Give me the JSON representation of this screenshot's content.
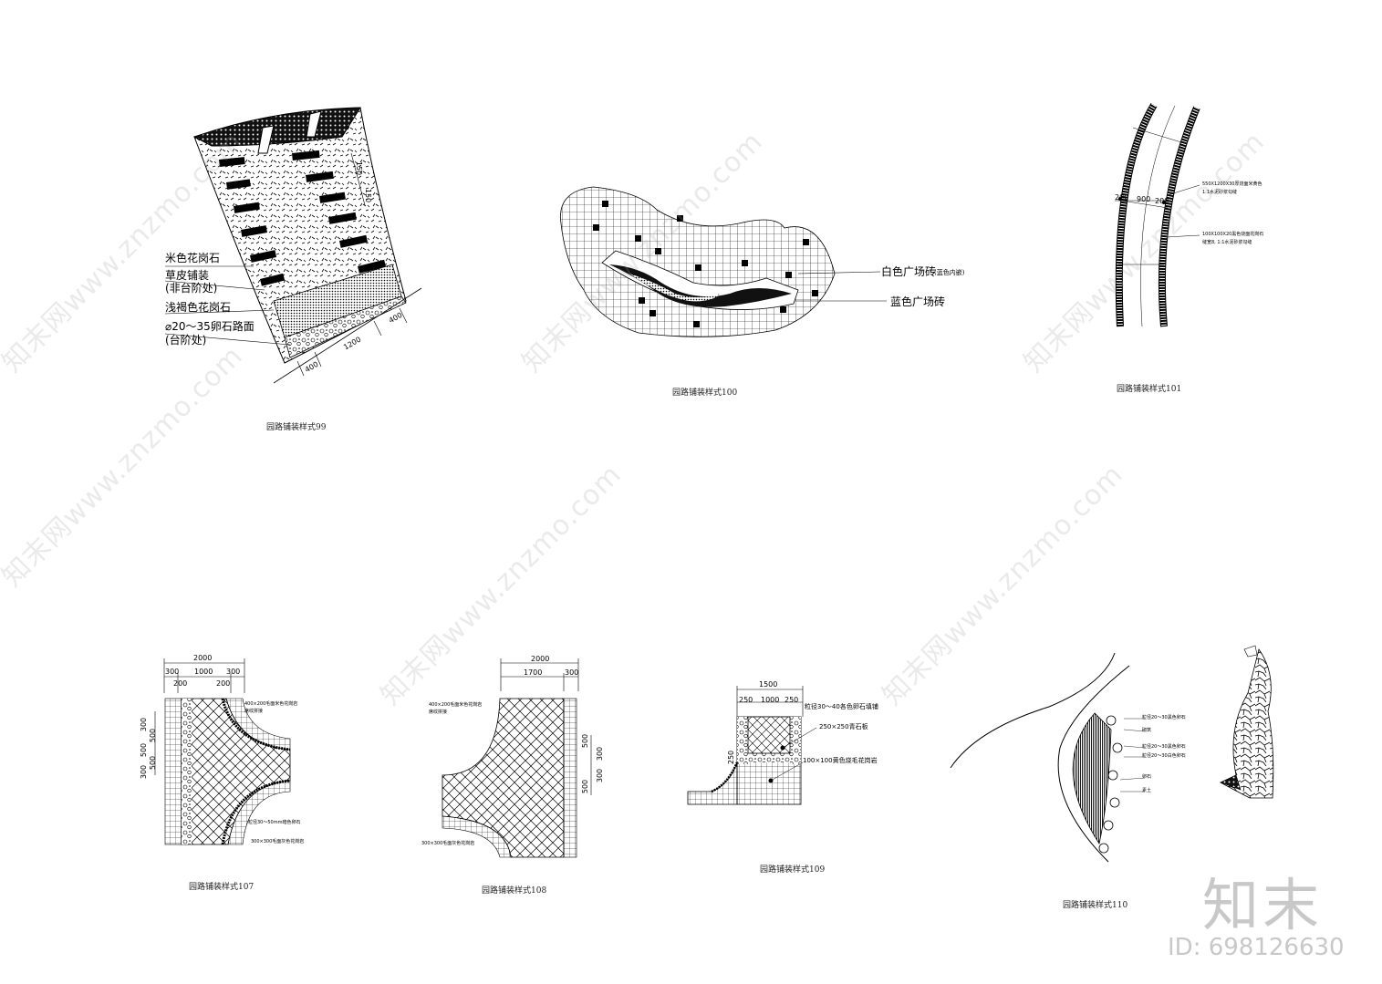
{
  "captions": {
    "p99": "园路铺装样式99",
    "p100": "园路铺装样式100",
    "p101": "园路铺装样式101",
    "p107": "园路铺装样式107",
    "p108": "园路铺装样式108",
    "p109": "园路铺装样式109",
    "p110": "园路铺装样式110"
  },
  "p99": {
    "labels": [
      "米色花岗石",
      "草皮铺装",
      "(非台阶处)",
      "浅褐色花岗石",
      "⌀20～35卵石路面",
      "(台阶处)"
    ],
    "dims": [
      "150",
      "150",
      "400",
      "1200",
      "400"
    ]
  },
  "p100": {
    "labels": [
      "白色广场砖",
      "(蓝色内嵌)",
      "蓝色广场砖"
    ]
  },
  "p101": {
    "labels": [
      "550X1200X30厚烧面米黄色",
      "1:1水泥砂浆勾缝",
      "100X100X20黑色烧面花岗石",
      "缝宽8, 1:1水泥砂浆勾缝"
    ],
    "dims": [
      "200",
      "900",
      "200"
    ]
  },
  "p107": {
    "dims": [
      "2000",
      "300",
      "1000",
      "300",
      "200",
      "200",
      "300",
      "500",
      "500",
      "500",
      "300"
    ],
    "labels": [
      "400×200毛面米色花岗岩",
      "席纹拼接",
      "粒径30～50mm暗色卵石",
      "300×300毛面灰色花岗岩"
    ]
  },
  "p108": {
    "dims": [
      "2000",
      "1700",
      "300",
      "500",
      "300",
      "300",
      "500"
    ],
    "labels": [
      "400×200毛面米色花岗岩",
      "席纹拼接",
      "300×300毛面灰色花岗岩"
    ]
  },
  "p109": {
    "dims": [
      "1500",
      "250",
      "1000",
      "250",
      "250"
    ],
    "labels": [
      "粒径30～40各色卵石填铺",
      "250×250青石板",
      "100×100黄色烧毛花岗岩"
    ]
  },
  "p110": {
    "labels": [
      "粒径20～30黑色卵石",
      "砌筑",
      "粒径20～30黑色卵石",
      "粒径20～30白色卵石",
      "卵石",
      "素土"
    ]
  },
  "watermark": {
    "text": "知末网www.znzmo.com"
  },
  "brand": {
    "logo": "知末",
    "id": "ID: 698126630"
  },
  "colors": {
    "ink": "#000000",
    "watermark": "#c8c8c8"
  }
}
